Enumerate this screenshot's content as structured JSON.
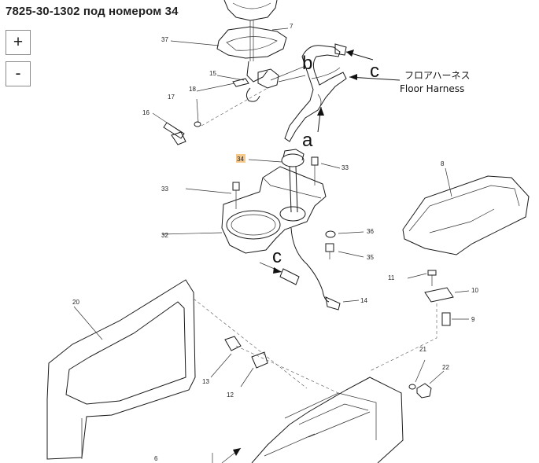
{
  "title": "7825-30-1302 под номером 34",
  "zoom": {
    "in_label": "+",
    "out_label": "-"
  },
  "diagram": {
    "highlight_color": "#f6c98a",
    "highlighted_callout": "34",
    "callouts": {
      "c37": "37",
      "c7": "7",
      "c15": "15",
      "c18": "18",
      "c17": "17",
      "c16": "16",
      "c34": "34",
      "c33a": "33",
      "c33b": "33",
      "c32": "32",
      "c36": "36",
      "c35": "35",
      "c8": "8",
      "c11": "11",
      "c10": "10",
      "c9": "9",
      "c14": "14",
      "c20": "20",
      "c13": "13",
      "c12": "12",
      "c21": "21",
      "c22": "22",
      "c6": "6"
    },
    "letters": {
      "b": "b",
      "c_top": "c",
      "a": "a",
      "c_mid": "c"
    },
    "harness_jp": "フロアハーネス",
    "harness_en": "Floor Harness"
  }
}
